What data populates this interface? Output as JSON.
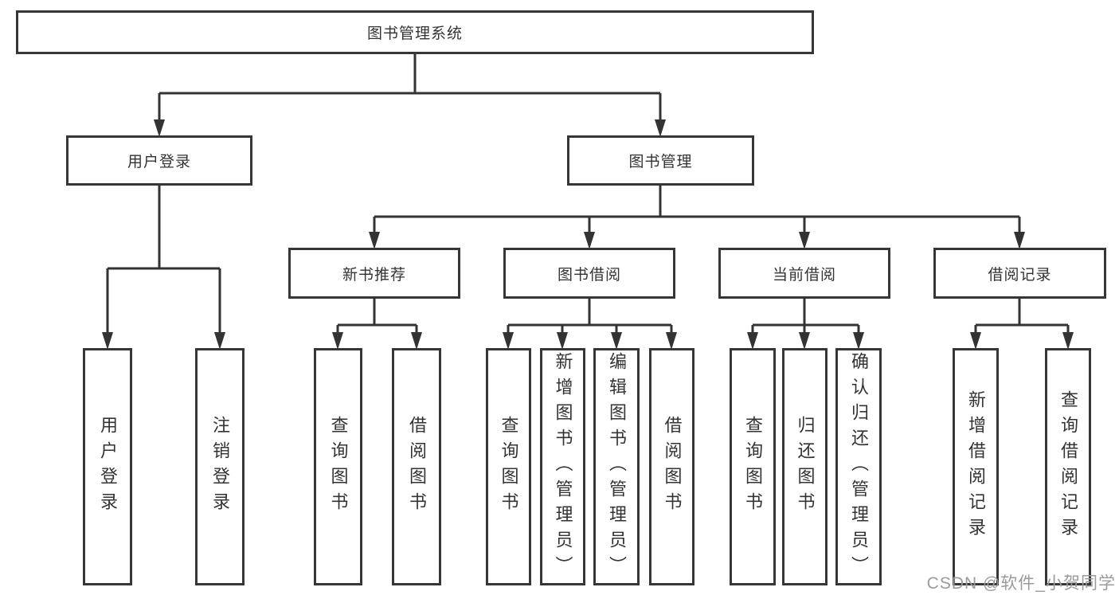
{
  "tree": {
    "label": "图书管理系统",
    "children": [
      {
        "label": "用户登录",
        "children": [
          {
            "label": "用户登录"
          },
          {
            "label": "注销登录"
          }
        ]
      },
      {
        "label": "图书管理",
        "children": [
          {
            "label": "新书推荐",
            "children": [
              {
                "label": "查询图书"
              },
              {
                "label": "借阅图书"
              }
            ]
          },
          {
            "label": "图书借阅",
            "children": [
              {
                "label": "查询图书"
              },
              {
                "label": "新增图书（管理员）"
              },
              {
                "label": "编辑图书（管理员）"
              },
              {
                "label": "借阅图书"
              }
            ]
          },
          {
            "label": "当前借阅",
            "children": [
              {
                "label": "查询图书"
              },
              {
                "label": "归还图书"
              },
              {
                "label": "确认归还（管理员）"
              }
            ]
          },
          {
            "label": "借阅记录",
            "children": [
              {
                "label": "新增借阅记录"
              },
              {
                "label": "查询借阅记录"
              }
            ]
          }
        ]
      }
    ]
  },
  "watermark": {
    "text": "CSDN @软件_小贺同学"
  },
  "colors": {
    "line": "#333333",
    "box_border": "#363636",
    "box_fill": "#ffffff",
    "text": "#333333",
    "watermark": "#9b9b9b",
    "background": "#ffffff"
  }
}
